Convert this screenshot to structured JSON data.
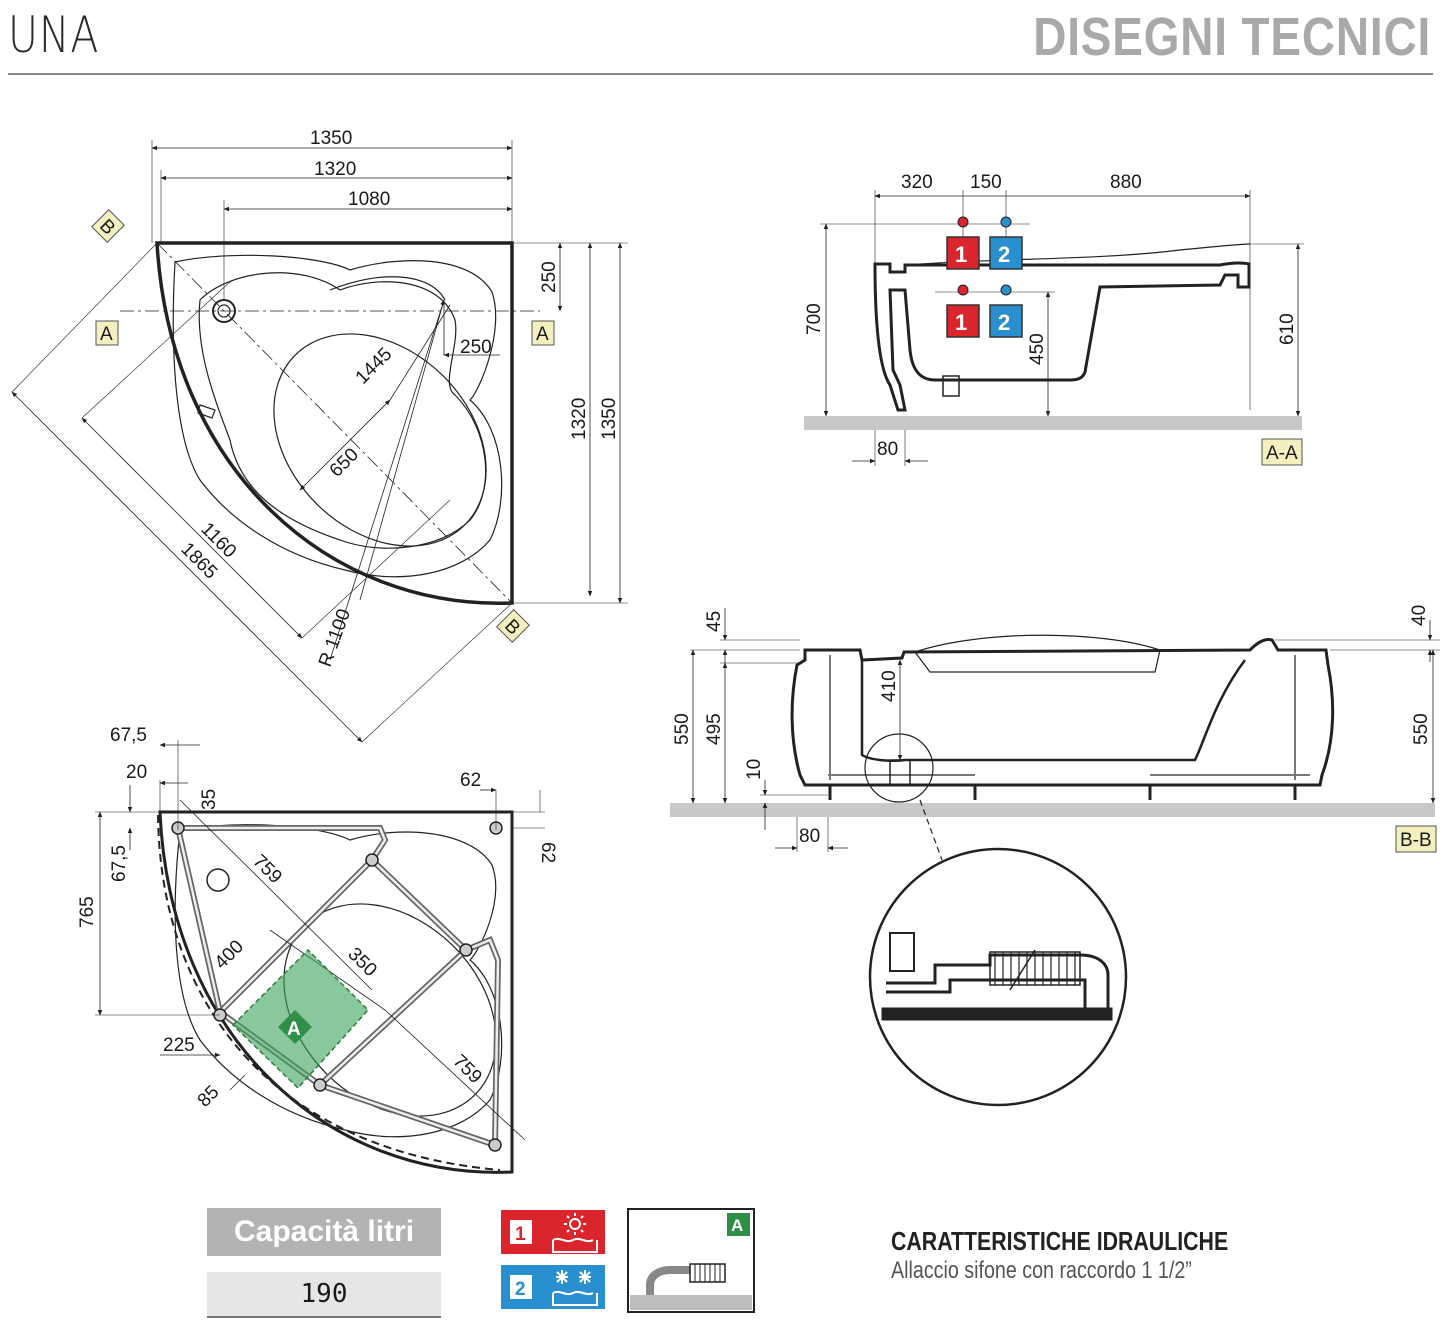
{
  "header": {
    "product_name": "UNA",
    "section_title": "DISEGNI TECNICI"
  },
  "colors": {
    "hot": "#d9252b",
    "cold": "#2a8fcf",
    "drain_zone": "#3aa35a",
    "label_bg": "#f3efbf",
    "floor": "#c8c8c8"
  },
  "top_view": {
    "dims": {
      "w1350": "1350",
      "w1320": "1320",
      "w1080": "1080",
      "d250a": "250",
      "d250b": "250",
      "d1445": "1445",
      "d650": "650",
      "d1160": "1160",
      "d1865": "1865",
      "r1100": "R 1100",
      "h1320": "1320",
      "h1350": "1350"
    },
    "section_labels": {
      "a_left": "A",
      "a_right": "A",
      "b_top": "B",
      "b_bottom": "B"
    }
  },
  "frame_view": {
    "dims": {
      "d67_5a": "67,5",
      "d20": "20",
      "d35": "35",
      "d62a": "62",
      "d62b": "62",
      "d67_5b": "67,5",
      "d765": "765",
      "d759a": "759",
      "d400": "400",
      "d350": "350",
      "d759b": "759",
      "d225": "225",
      "d85": "85"
    },
    "zone_label": "A"
  },
  "section_aa": {
    "dims": {
      "d320": "320",
      "d150": "150",
      "d880": "880",
      "d700": "700",
      "d450": "450",
      "d610": "610",
      "d80": "80"
    },
    "badges": {
      "hot_1": "1",
      "cold_2": "2"
    },
    "label": "A-A"
  },
  "section_bb": {
    "dims": {
      "d45": "45",
      "d40": "40",
      "d550a": "550",
      "d495": "495",
      "d410": "410",
      "d10": "10",
      "d550b": "550",
      "d80": "80"
    },
    "label": "B-B"
  },
  "capacity": {
    "label": "Capacità litri",
    "value": "190"
  },
  "legend": {
    "hot_num": "1",
    "cold_num": "2",
    "zone_label": "A"
  },
  "hydraulics": {
    "title": "CARATTERISTICHE IDRAULICHE",
    "subtitle": "Allaccio sifone con raccordo 1 1/2”"
  }
}
